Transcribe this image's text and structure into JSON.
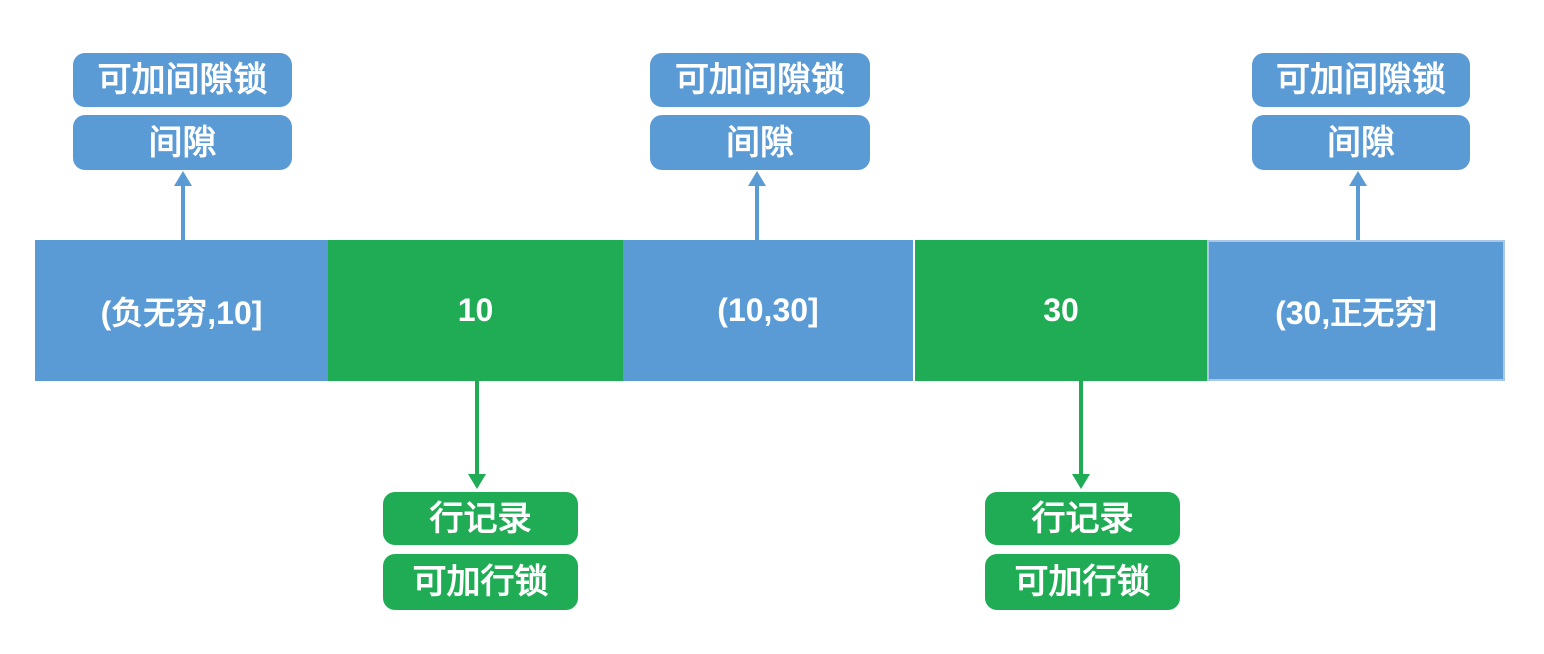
{
  "colors": {
    "blue": "#5B9BD5",
    "green": "#1FAC54",
    "blue_light_border": "#A9C7E6",
    "text": "#FFFFFF",
    "background": "#FFFFFF"
  },
  "bar": {
    "segments": [
      {
        "label": "(负无穷,10]",
        "type": "gap"
      },
      {
        "label": "10",
        "type": "record"
      },
      {
        "label": "(10,30]",
        "type": "gap"
      },
      {
        "label": "30",
        "type": "record"
      },
      {
        "label": "(30,正无穷]",
        "type": "gap"
      }
    ]
  },
  "callouts": {
    "gap": {
      "line1": "可加间隙锁",
      "line2": "间隙"
    },
    "record": {
      "line1": "行记录",
      "line2": "可加行锁"
    }
  }
}
